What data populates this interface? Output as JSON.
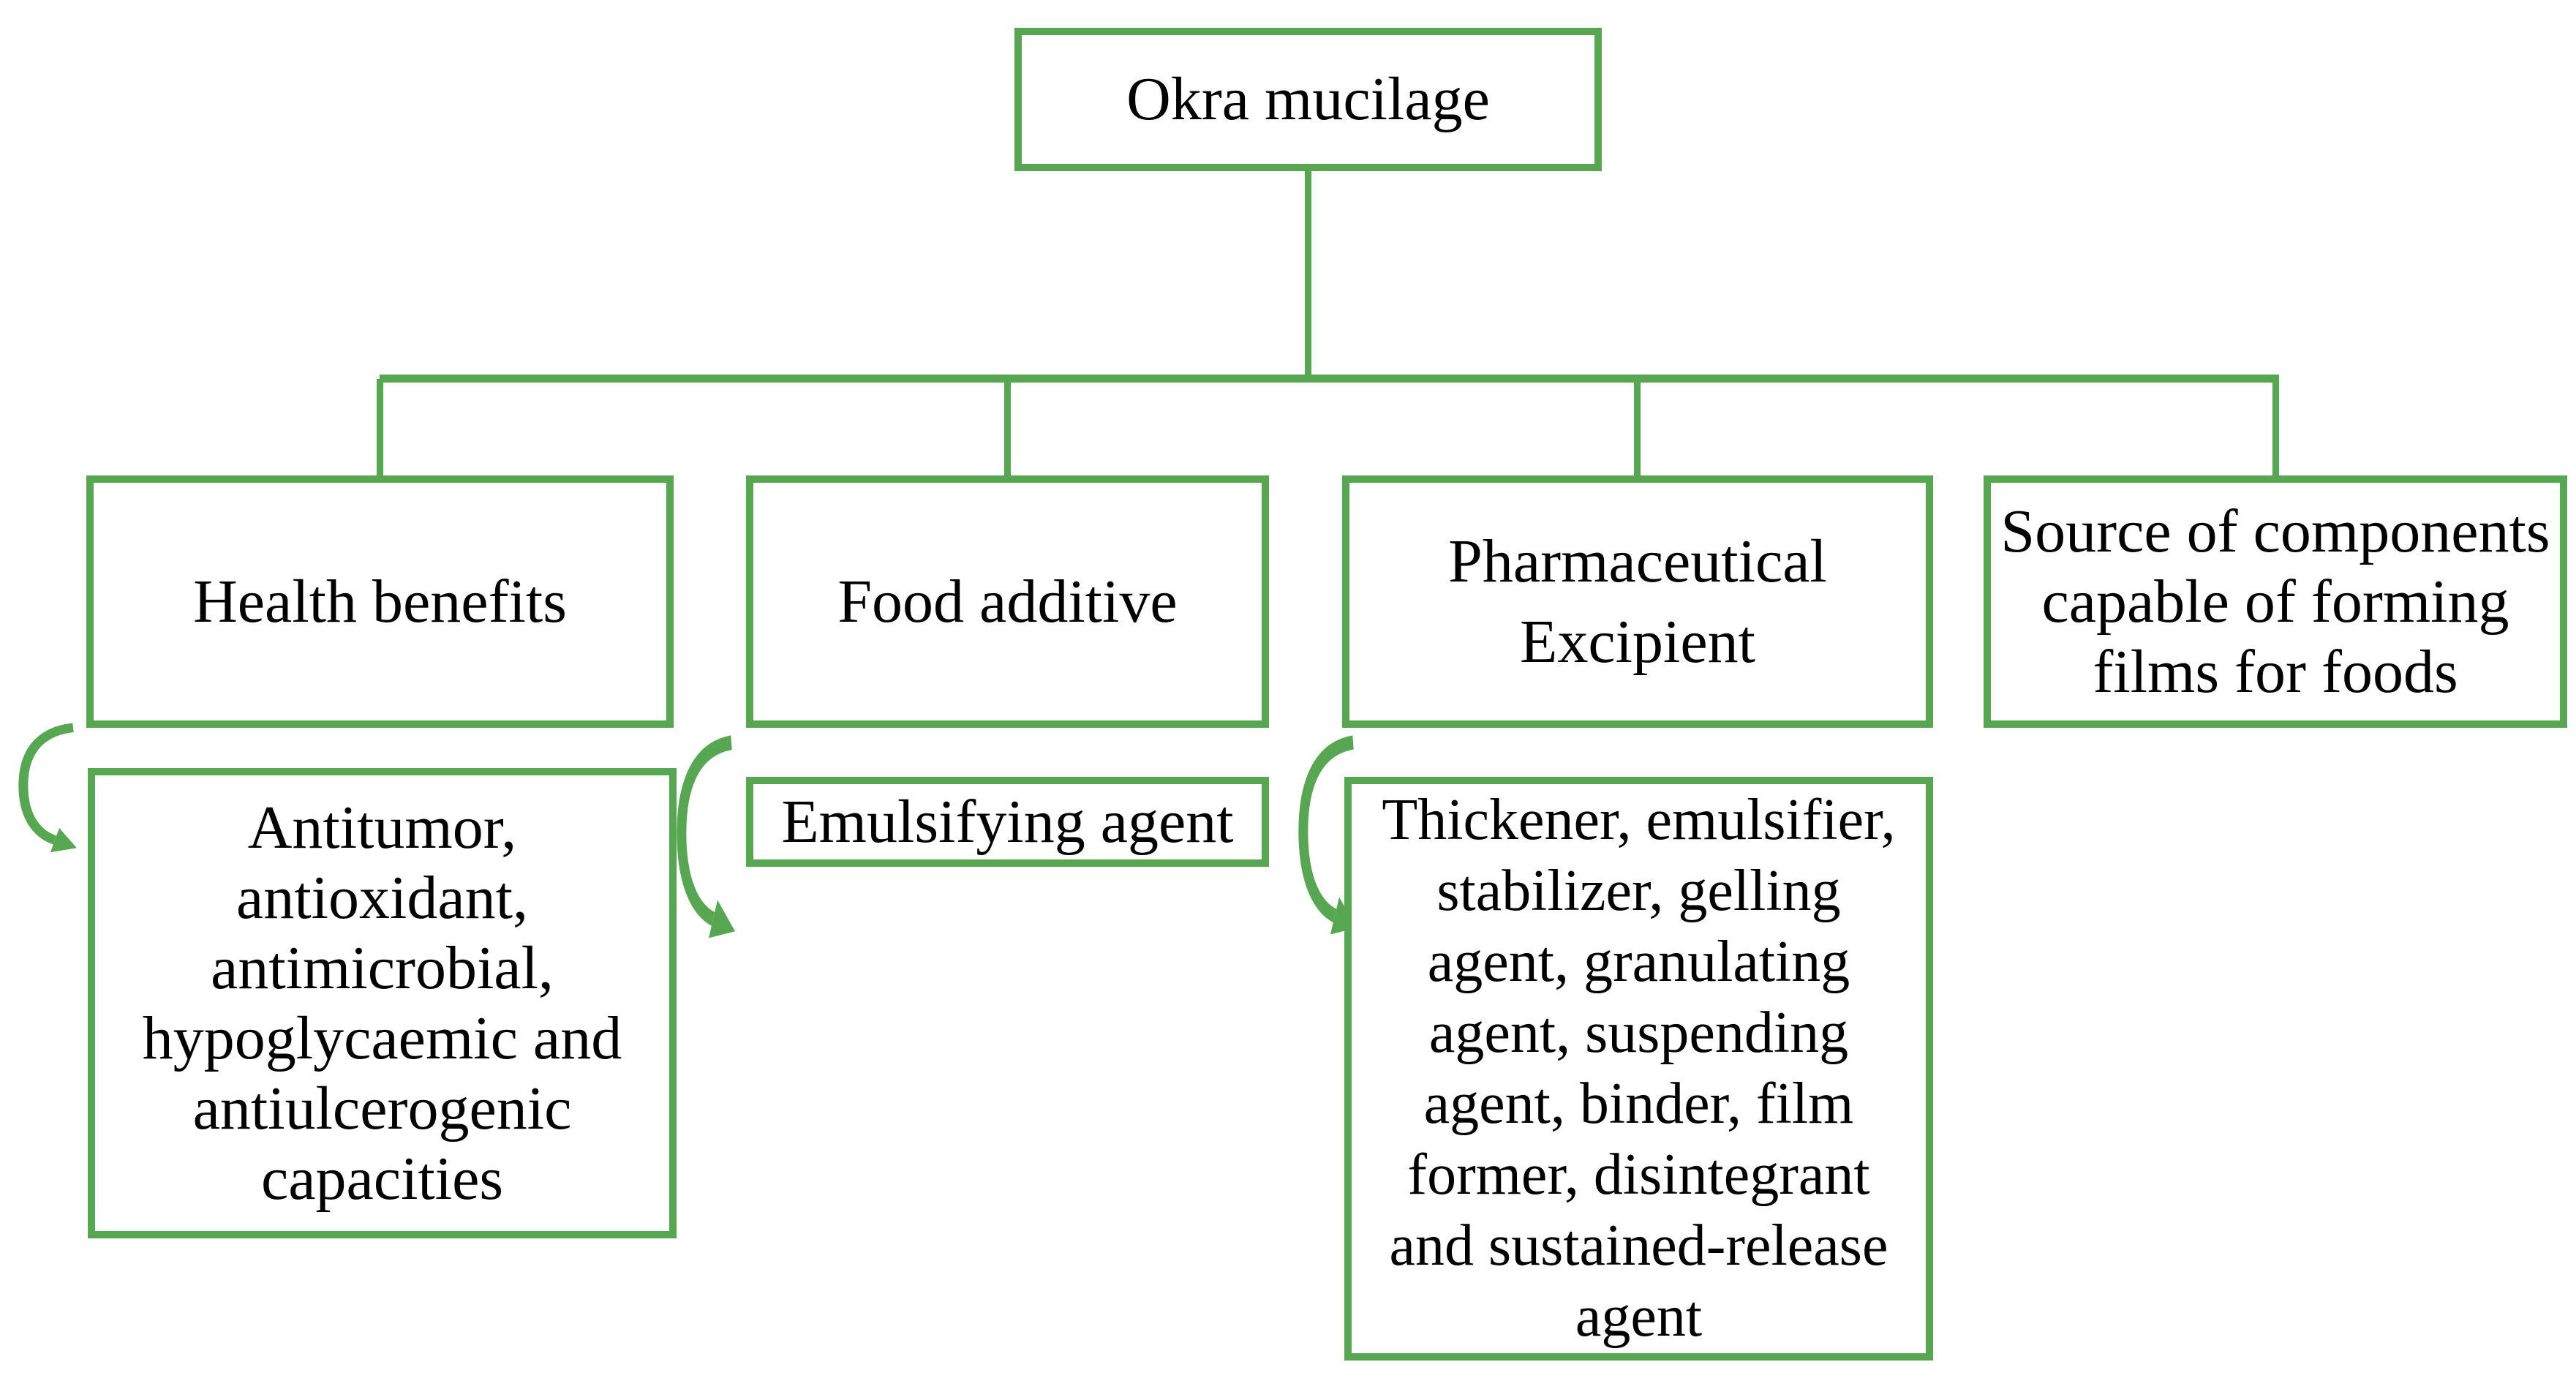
{
  "diagram": {
    "root_label": "Okra mucilage",
    "branches": [
      {
        "label": "Health benefits",
        "detail": "Antitumor,\nantioxidant,\nantimicrobial,\nhypoglycaemic and\nantiulcerogenic\ncapacities"
      },
      {
        "label": "Food additive",
        "detail": "Emulsifying agent"
      },
      {
        "label": "Pharmaceutical\nExcipient",
        "detail": "Thickener, emulsifier,\nstabilizer, gelling\nagent, granulating\nagent, suspending\nagent, binder, film\nformer, disintegrant\nand sustained-release\nagent"
      },
      {
        "label": "Source of components\ncapable of forming\nfilms for foods",
        "detail": null
      }
    ],
    "colors": {
      "line_green": "#57a651",
      "text": "#000000",
      "background": "#ffffff"
    }
  }
}
